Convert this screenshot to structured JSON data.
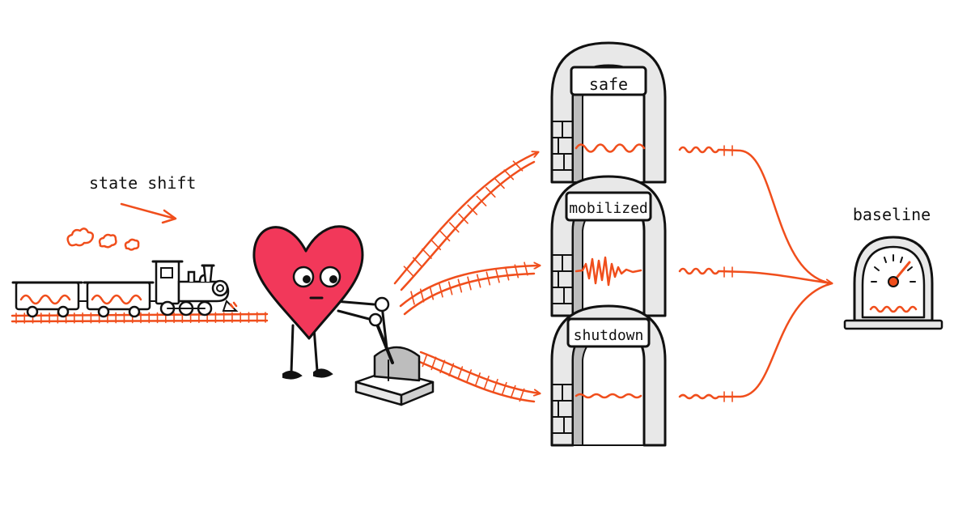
{
  "labels": {
    "state_shift": "state shift",
    "baseline": "baseline",
    "safe": "safe",
    "mobilized": "mobilized",
    "shutdown": "shutdown"
  },
  "colors": {
    "accent": "#f04e1c",
    "heart": "#f2385a",
    "ink": "#111111",
    "stone": "#e8e8e8",
    "stone_shade": "#bdbdbd"
  },
  "icons": [
    "train-icon",
    "heart-character-icon",
    "lever-icon",
    "tunnel-icon",
    "gauge-icon"
  ]
}
